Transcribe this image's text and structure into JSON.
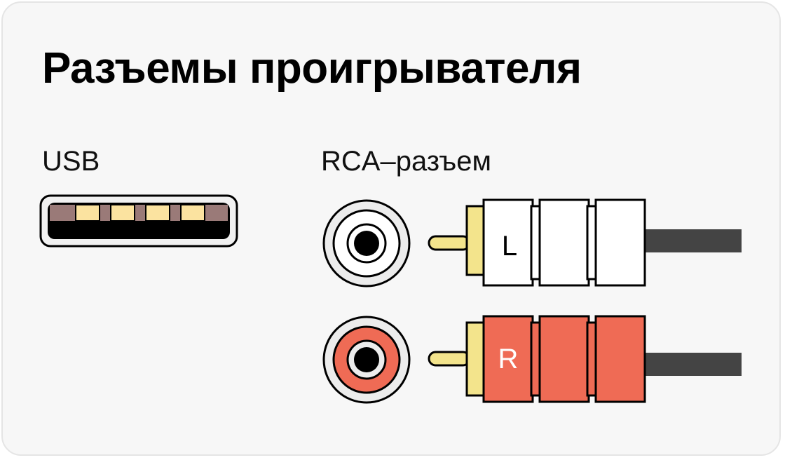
{
  "title": "Разъемы проигрывателя",
  "usb": {
    "label": "USB"
  },
  "rca": {
    "label": "RCA–разъем",
    "left_channel": "L",
    "right_channel": "R"
  },
  "colors": {
    "background": "#f7f7f7",
    "outline": "#000000",
    "white_plug": "#ffffff",
    "red_plug": "#ef6b55",
    "gold_pin": "#f3e48c",
    "cable": "#444444",
    "usb_contact": "#fbe3a0",
    "usb_spacer": "#9a7a78"
  }
}
